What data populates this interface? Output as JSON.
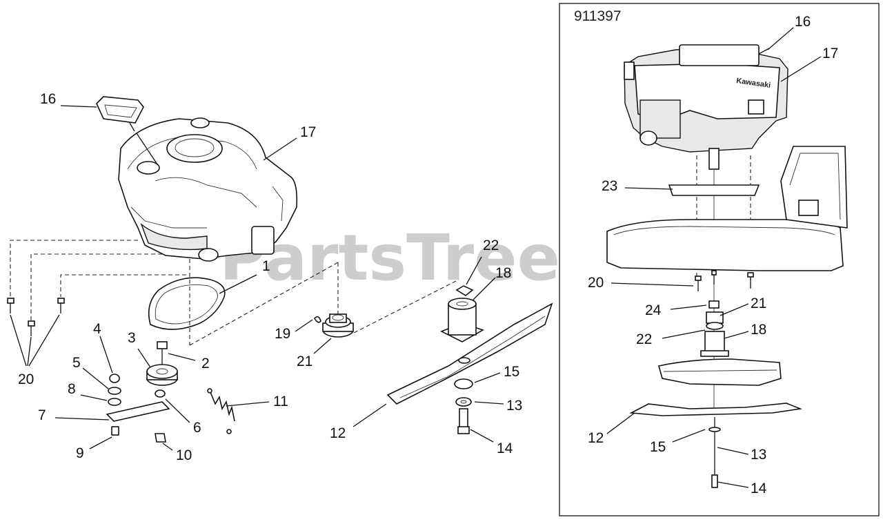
{
  "diagram": {
    "reference_number": "911397",
    "watermark": "PartsTree",
    "engine_brand": "Kawasaki",
    "left_callouts": [
      "16",
      "17",
      "1",
      "22",
      "18",
      "19",
      "21",
      "2",
      "3",
      "4",
      "5",
      "8",
      "7",
      "9",
      "10",
      "6",
      "11",
      "12",
      "15",
      "13",
      "14",
      "20"
    ],
    "right_callouts": [
      "16",
      "17",
      "23",
      "20",
      "21",
      "24",
      "22",
      "18",
      "12",
      "15",
      "13",
      "14"
    ]
  }
}
